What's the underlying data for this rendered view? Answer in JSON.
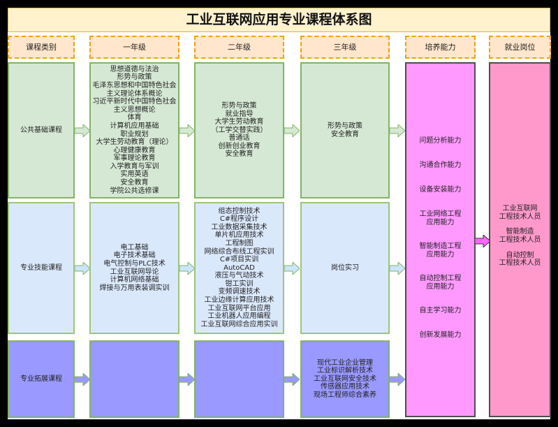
{
  "title": "工业互联网应用专业课程体系图",
  "headers": [
    "课程类别",
    "一年级",
    "二年级",
    "三年级",
    "培养能力",
    "就业岗位"
  ],
  "rows": [
    {
      "category": "公共基础课程",
      "year1": [
        "思想道德与法治",
        "形势与政策",
        "毛泽东思想和中国特色社会",
        "主义理论体系概论",
        "习近平新时代中国特色社会",
        "主义思想概论",
        "体育",
        "计算机应用基础",
        "职业规划",
        "大学生劳动教育（理论）",
        "心理健康教育",
        "军事理论教育",
        "入学教育与军训",
        "实用英语",
        "安全教育",
        "学院公共选修课"
      ],
      "year2": [
        "形势与政策",
        "就业指导",
        "大学生劳动教育",
        "（工学交替实践）",
        "普通话",
        "创新创业教育",
        "安全教育"
      ],
      "year3": [
        "形势与政策",
        "安全教育"
      ]
    },
    {
      "category": "专业技能课程",
      "year1": [
        "电工基础",
        "电子技术基础",
        "电气控制与PLC技术",
        "工业互联网导论",
        "计算机网络基础",
        "焊接与万用表装调实训"
      ],
      "year2": [
        "组态控制技术",
        "C#程序设计",
        "工业数据采集技术",
        "单片机应用技术",
        "工程制图",
        "网络综合布线工程实训",
        "C#项目实训",
        "AutoCAD",
        "液压与气动技术",
        "钳工实训",
        "变频调速技术",
        "工业边缘计算应用技术",
        "工业互联网平台应用",
        "工业机器人应用编程",
        "工业互联网综合应用实训"
      ],
      "year3": [
        "岗位实习"
      ]
    },
    {
      "category": "专业拓展课程",
      "year1": [],
      "year2": [],
      "year3": [
        "现代工业企业管理",
        "工业标识解析技术",
        "工业互联网安全技术",
        "传感器应用技术",
        "现场工程师综合素养"
      ]
    }
  ],
  "abilities": [
    [
      "问题分析能力"
    ],
    [
      "沟通合作能力"
    ],
    [
      "设备安装能力"
    ],
    [
      "工业网络工程",
      "应用能力"
    ],
    [
      "智能制造工程",
      "应用能力"
    ],
    [
      "自动控制工程",
      "应用能力"
    ],
    [
      "自主学习能力"
    ],
    [
      "创新发展能力"
    ]
  ],
  "jobs": [
    [
      "工业互联网",
      "工程技术人员"
    ],
    [
      "智能制造",
      "工程技术人员"
    ],
    [
      "自动控制",
      "工程技术人员"
    ]
  ],
  "colors": {
    "row1": "#d5e8d4",
    "row2": "#dae8fc",
    "row3": "#9999ff",
    "abilities": "#ff99ff",
    "jobs": "#ff99cc"
  }
}
